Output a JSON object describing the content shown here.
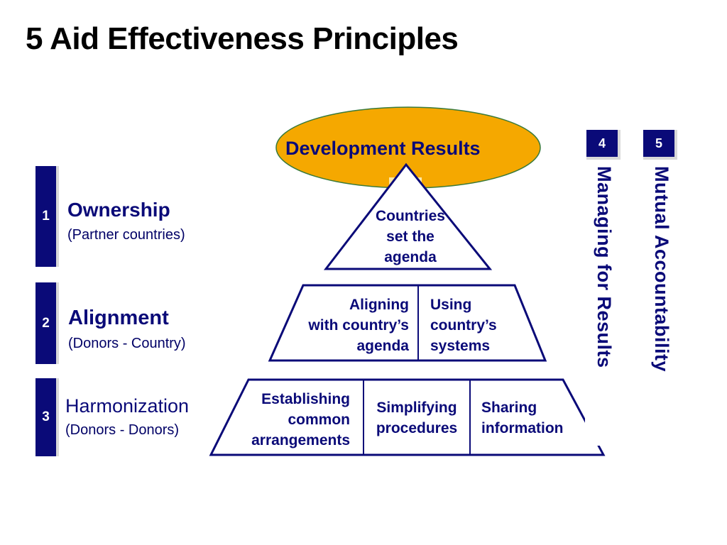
{
  "title": "5 Aid Effectiveness Principles",
  "principles": [
    {
      "number": "1",
      "name": "Ownership",
      "party": "(Partner countries)"
    },
    {
      "number": "2",
      "name": "Alignment",
      "party": "(Donors - Country)"
    },
    {
      "number": "3",
      "name": "Harmonization",
      "party": "(Donors - Donors)"
    },
    {
      "number": "4",
      "name": "Managing for Results"
    },
    {
      "number": "5",
      "name": "Mutual Accountability"
    }
  ],
  "pyramid": {
    "top_goal": "Development Results",
    "tier1": "Countries\nset the\nagenda",
    "tier2": [
      "Aligning\nwith country’s\nagenda",
      "Using\ncountry’s\nsystems"
    ],
    "tier3": [
      "Establishing\ncommon\narrangements",
      "Simplifying\nprocedures",
      "Sharing\ninformation"
    ]
  },
  "colors": {
    "navy": "#0a0a78",
    "goal_fill": "#f5a800",
    "goal_stroke": "#3a7a3a"
  }
}
